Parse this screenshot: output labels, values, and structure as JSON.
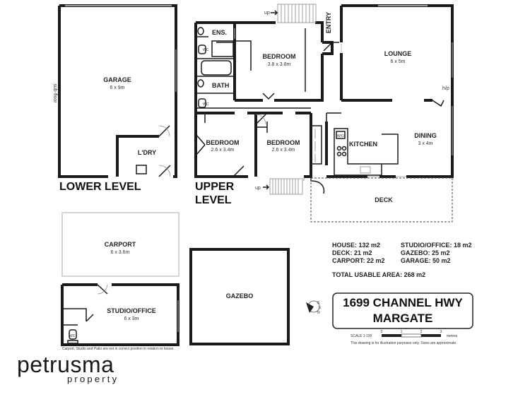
{
  "rooms": {
    "garage": {
      "label": "GARAGE",
      "dim": "6 x 9m"
    },
    "sub_floor": {
      "label": "sub-floor"
    },
    "laundry": {
      "label": "L'DRY"
    },
    "ensuite": {
      "label": "ENS."
    },
    "bedroom_main": {
      "label": "BEDROOM",
      "dim": "3.8 x 3.8m"
    },
    "bath": {
      "label": "BATH"
    },
    "wc_upper": {
      "label": "WC"
    },
    "wc_ensuite": {
      "label": "WC"
    },
    "bedroom_2": {
      "label": "BEDROOM",
      "dim": "2.6 x 3.4m"
    },
    "bedroom_3": {
      "label": "BEDROOM",
      "dim": "2.6 x 3.4m"
    },
    "entry": {
      "label": "ENTRY"
    },
    "lounge": {
      "label": "LOUNGE",
      "dim": "6 x 5m"
    },
    "hp": {
      "label": "h/p"
    },
    "kitchen": {
      "label": "KITCHEN"
    },
    "wo": {
      "label": "W/O"
    },
    "dining": {
      "label": "DINING",
      "dim": "3 x 4m"
    },
    "deck": {
      "label": "DECK"
    },
    "carport": {
      "label": "CARPORT",
      "dim": "6 x 3.6m"
    },
    "studio": {
      "label": "STUDIO/OFFICE",
      "dim": "6 x 3m"
    },
    "wc_studio": {
      "label": "WC"
    },
    "gazebo": {
      "label": "GAZEBO"
    }
  },
  "levels": {
    "lower": "LOWER LEVEL",
    "upper_1": "UPPER",
    "upper_2": "LEVEL"
  },
  "stairs": {
    "up_top": "up",
    "up_bottom": "up"
  },
  "areas": {
    "house": "HOUSE: 132 m2",
    "deck": "DECK: 21 m2",
    "carport": "CARPORT: 22 m2",
    "studio": "STUDIO/OFFICE: 18 m2",
    "gazebo": "GAZEBO: 25 m2",
    "garage": "GARAGE: 50 m2",
    "total": "TOTAL USABLE AREA: 268 m2"
  },
  "address": {
    "line1": "1699 CHANNEL HWY",
    "line2": "MARGATE"
  },
  "scale": {
    "label": "SCALE 1:100",
    "ticks": [
      "0",
      "1",
      "2",
      "3"
    ],
    "unit": "metres",
    "disclaimer": "This drawing is for illustration purposes only. Sizes are approximate."
  },
  "compass": {
    "letters": [
      "S",
      "E",
      "N"
    ]
  },
  "note": "Carport, Studio and Patio are not in correct position in relation to house.",
  "brand": {
    "name": "petrusma",
    "tagline": "property"
  }
}
